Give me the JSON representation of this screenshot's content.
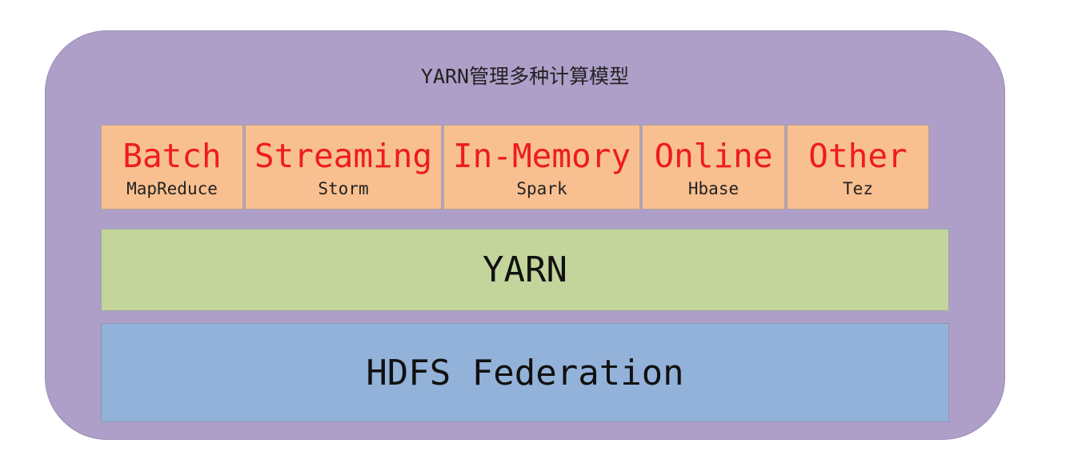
{
  "diagram": {
    "title": "YARN管理多种计算模型",
    "models": [
      {
        "name": "Batch",
        "engine": "MapReduce"
      },
      {
        "name": "Streaming",
        "engine": "Storm"
      },
      {
        "name": "In-Memory",
        "engine": "Spark"
      },
      {
        "name": "Online",
        "engine": "Hbase"
      },
      {
        "name": "Other",
        "engine": "Tez"
      }
    ],
    "layers": {
      "yarn": "YARN",
      "hdfs": "HDFS Federation"
    },
    "colors": {
      "container": "#ae9fc9",
      "model_box": "#f8c090",
      "model_name": "#ee1c1c",
      "yarn_layer": "#c3d59b",
      "hdfs_layer": "#93b2d9"
    }
  }
}
